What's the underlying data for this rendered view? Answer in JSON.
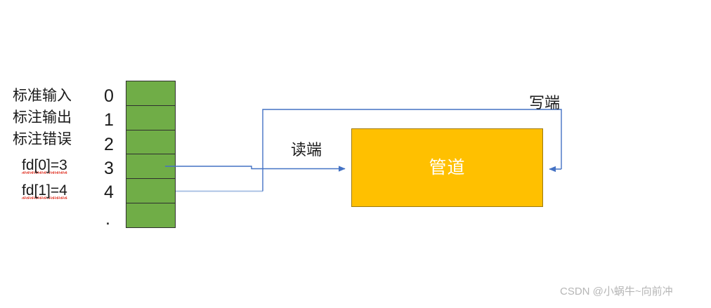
{
  "diagram": {
    "title": "pipe-file-descriptor-table",
    "colors": {
      "cell_green": "#70AD47",
      "pipe_orange": "#FFC000",
      "connector_blue": "#4472C4",
      "connector_blue_light": "#A3BCE2",
      "text_dark": "#1a1a1a",
      "watermark_gray": "#b6b6b6",
      "squiggle_red": "#e23b2e"
    },
    "descriptors": [
      {
        "label": "标准输入",
        "index": "0"
      },
      {
        "label": "标注输出",
        "index": "1"
      },
      {
        "label": "标注错误",
        "index": "2"
      }
    ],
    "fd_entries": [
      {
        "label": "fd[0]=3",
        "index": "3",
        "misspelled_token": "fd"
      },
      {
        "label": "fd[1]=4",
        "index": "4",
        "misspelled_token": "fd"
      }
    ],
    "table": {
      "rows": 6,
      "ellipsis": "."
    },
    "pipe": {
      "label": "管道"
    },
    "ends": {
      "read": "读端",
      "write": "写端"
    }
  },
  "watermark": {
    "text": "CSDN @小蜗牛~向前冲"
  }
}
